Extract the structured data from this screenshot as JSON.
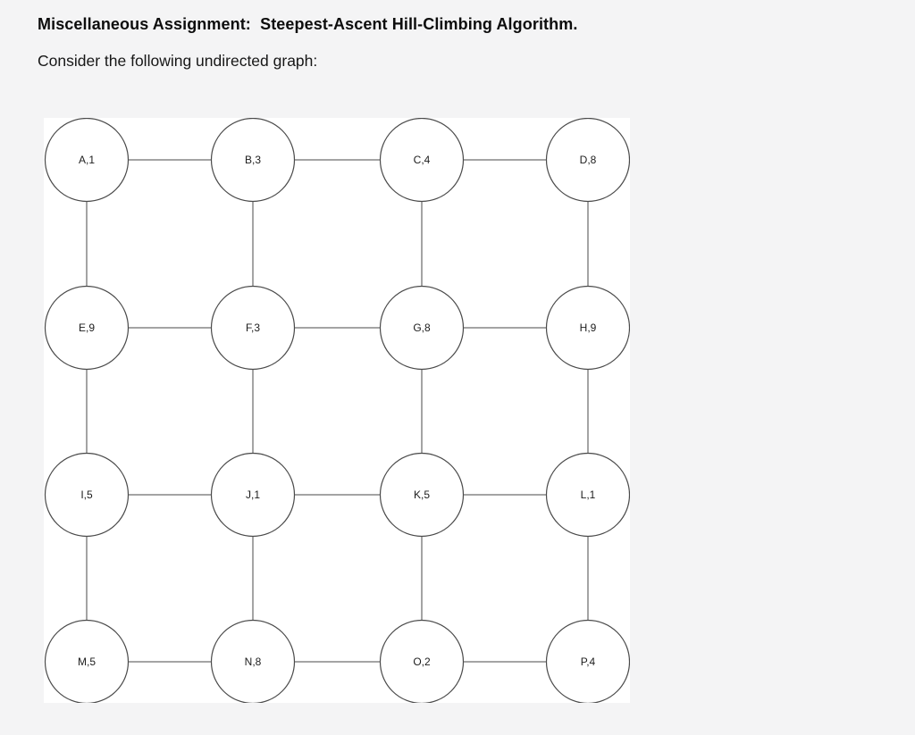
{
  "page": {
    "title": "Miscellaneous Assignment:  Steepest-Ascent Hill-Climbing Algorithm.",
    "subtitle": "Consider the following undirected graph:"
  },
  "colors": {
    "page_background": "#f4f4f5",
    "panel_background": "#ffffff",
    "node_fill": "#ffffff",
    "node_stroke": "#4a4a4a",
    "edge_stroke": "#4a4a4a",
    "label_color": "#1c1c1c"
  },
  "graph": {
    "type": "undirected-grid-graph",
    "node_radius": 46.5,
    "columns_x": [
      48,
      234,
      423,
      609
    ],
    "rows_y": [
      47,
      235,
      422,
      609
    ],
    "nodes": [
      {
        "id": "A",
        "label": "A,1",
        "col": 0,
        "row": 0
      },
      {
        "id": "B",
        "label": "B,3",
        "col": 1,
        "row": 0
      },
      {
        "id": "C",
        "label": "C,4",
        "col": 2,
        "row": 0
      },
      {
        "id": "D",
        "label": "D,8",
        "col": 3,
        "row": 0
      },
      {
        "id": "E",
        "label": "E,9",
        "col": 0,
        "row": 1
      },
      {
        "id": "F",
        "label": "F,3",
        "col": 1,
        "row": 1
      },
      {
        "id": "G",
        "label": "G,8",
        "col": 2,
        "row": 1
      },
      {
        "id": "H",
        "label": "H,9",
        "col": 3,
        "row": 1
      },
      {
        "id": "I",
        "label": "I,5",
        "col": 0,
        "row": 2
      },
      {
        "id": "J",
        "label": "J,1",
        "col": 1,
        "row": 2
      },
      {
        "id": "K",
        "label": "K,5",
        "col": 2,
        "row": 2
      },
      {
        "id": "L",
        "label": "L,1",
        "col": 3,
        "row": 2
      },
      {
        "id": "M",
        "label": "M,5",
        "col": 0,
        "row": 3
      },
      {
        "id": "N",
        "label": "N,8",
        "col": 1,
        "row": 3
      },
      {
        "id": "O",
        "label": "O,2",
        "col": 2,
        "row": 3
      },
      {
        "id": "P",
        "label": "P,4",
        "col": 3,
        "row": 3
      }
    ],
    "edges": [
      [
        "A",
        "B"
      ],
      [
        "B",
        "C"
      ],
      [
        "C",
        "D"
      ],
      [
        "E",
        "F"
      ],
      [
        "F",
        "G"
      ],
      [
        "G",
        "H"
      ],
      [
        "I",
        "J"
      ],
      [
        "J",
        "K"
      ],
      [
        "K",
        "L"
      ],
      [
        "M",
        "N"
      ],
      [
        "N",
        "O"
      ],
      [
        "O",
        "P"
      ],
      [
        "A",
        "E"
      ],
      [
        "E",
        "I"
      ],
      [
        "I",
        "M"
      ],
      [
        "B",
        "F"
      ],
      [
        "F",
        "J"
      ],
      [
        "J",
        "N"
      ],
      [
        "C",
        "G"
      ],
      [
        "G",
        "K"
      ],
      [
        "K",
        "O"
      ],
      [
        "D",
        "H"
      ],
      [
        "H",
        "L"
      ],
      [
        "L",
        "P"
      ]
    ]
  }
}
